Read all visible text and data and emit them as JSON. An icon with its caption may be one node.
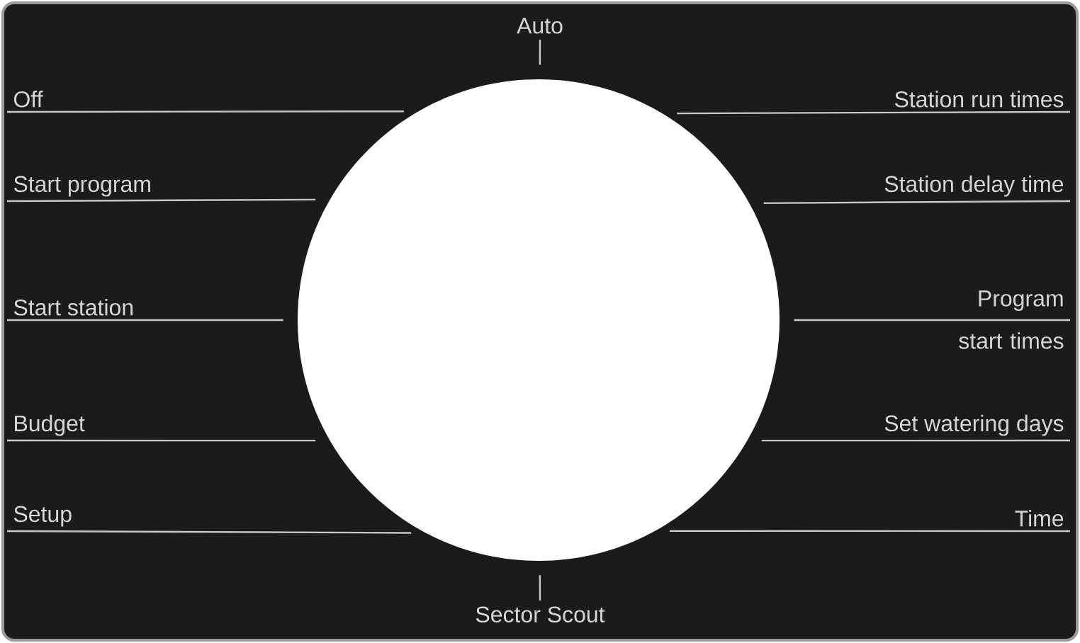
{
  "diagram": {
    "nodes": [
      {
        "text": [
          "Auto"
        ]
      },
      {
        "text": [
          "Off"
        ]
      },
      {
        "text": [
          "Station run times"
        ]
      },
      {
        "text": [
          "Start program"
        ]
      },
      {
        "text": [
          "Station delay time"
        ]
      },
      {
        "text": [
          "Start station"
        ]
      },
      {
        "text": [
          "Program start times"
        ]
      },
      {
        "text": [
          "Budget"
        ]
      },
      {
        "text": [
          "Set watering days"
        ]
      },
      {
        "text": [
          "Setup"
        ]
      },
      {
        "text": [
          "Time"
        ]
      },
      {
        "text": [
          "Sector Scout"
        ]
      },
      {
        "text": [],
        "shape": "circle"
      }
    ],
    "edges": [
      {
        "from": 0,
        "to": 12,
        "arrow": "none"
      },
      {
        "from": 1,
        "to": 12,
        "arrow": "none"
      },
      {
        "from": 2,
        "to": 12,
        "arrow": "none"
      },
      {
        "from": 3,
        "to": 12,
        "arrow": "none"
      },
      {
        "from": 4,
        "to": 12,
        "arrow": "none"
      },
      {
        "from": 5,
        "to": 12,
        "arrow": "none"
      },
      {
        "from": 6,
        "to": 12,
        "arrow": "none"
      },
      {
        "from": 7,
        "to": 12,
        "arrow": "none"
      },
      {
        "from": 8,
        "to": 12,
        "arrow": "none"
      },
      {
        "from": 9,
        "to": 12,
        "arrow": "none"
      },
      {
        "from": 10,
        "to": 12,
        "arrow": "none"
      },
      {
        "from": 11,
        "to": 12,
        "arrow": "none"
      }
    ]
  }
}
